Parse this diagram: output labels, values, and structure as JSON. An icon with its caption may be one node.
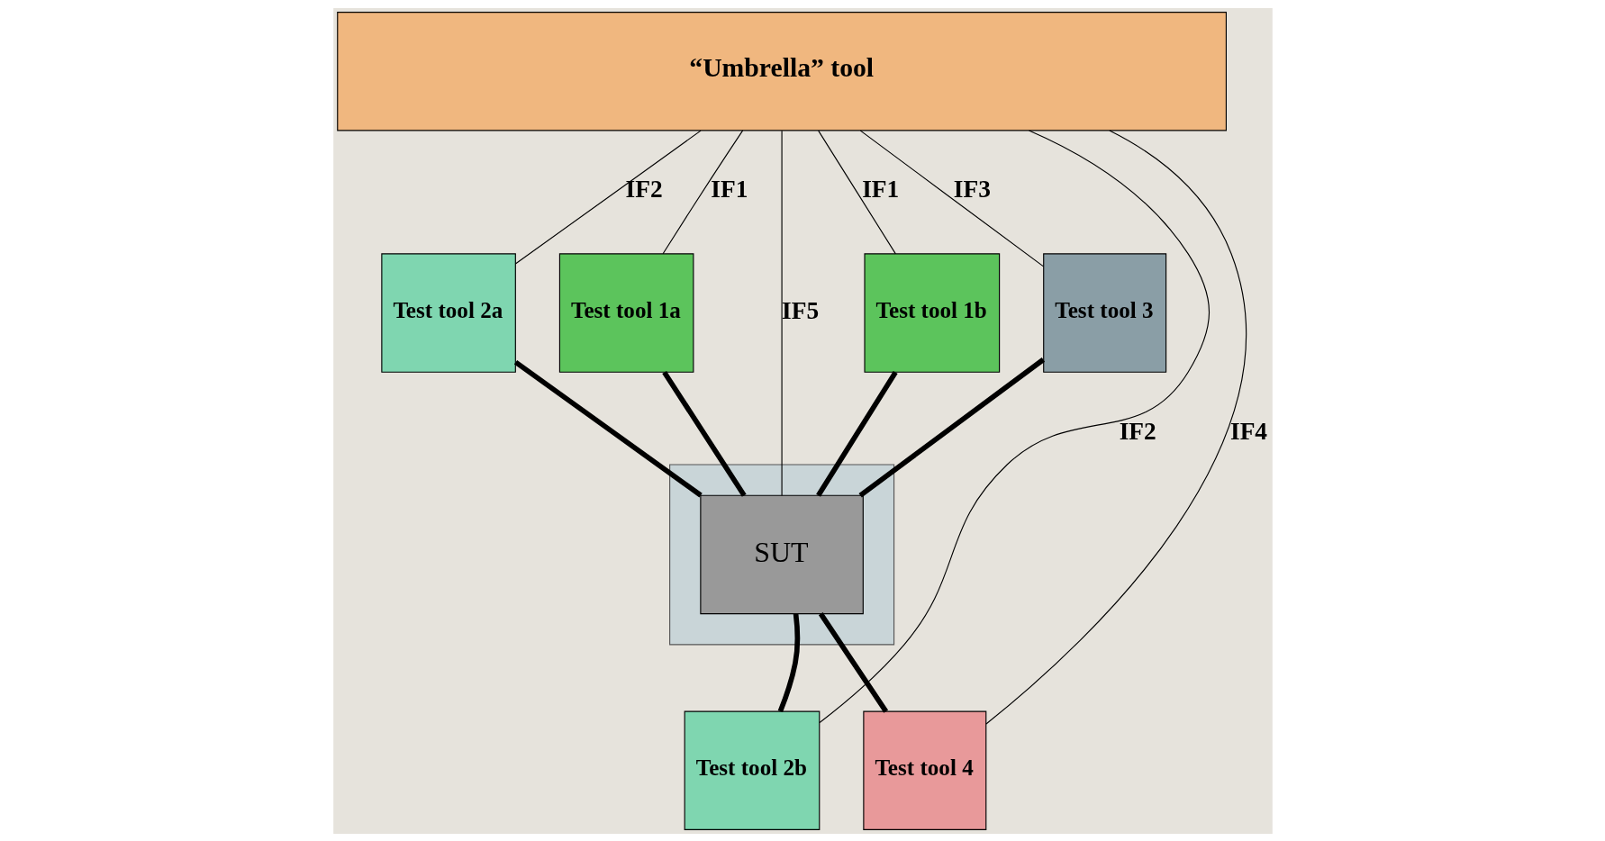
{
  "diagram": {
    "nodes": [
      {
        "text": [
          "“Umbrella” tool"
        ]
      },
      {
        "text": [
          "Test tool 1a"
        ]
      },
      {
        "text": [
          "Test tool 1b"
        ]
      },
      {
        "text": [
          "Test tool 2a"
        ]
      },
      {
        "text": [
          "Test tool 3"
        ]
      },
      {
        "text": [],
        "shape": "box"
      },
      {
        "text": [
          "SUT"
        ],
        "in": 5
      },
      {
        "text": [
          "Test tool 4"
        ]
      },
      {
        "text": [
          "Test tool 2b"
        ]
      }
    ],
    "edges": [
      {
        "from": 0,
        "to": 3,
        "arrow": "none",
        "label": "IF2"
      },
      {
        "from": 0,
        "to": 8,
        "arrow": "none",
        "label": "IF2"
      },
      {
        "from": 0,
        "to": 1,
        "arrow": "none",
        "label": "IF1"
      },
      {
        "from": 0,
        "to": 6,
        "arrow": "none",
        "label": "IF5"
      },
      {
        "from": 0,
        "to": 2,
        "arrow": "none",
        "label": "IF1"
      },
      {
        "from": 0,
        "to": 7,
        "arrow": "none",
        "label": "IF4"
      },
      {
        "from": 0,
        "to": 4,
        "arrow": "none",
        "label": "IF3"
      },
      {
        "from": 1,
        "to": 6,
        "arrow": "none",
        "style": "thick"
      },
      {
        "from": 2,
        "to": 6,
        "arrow": "none",
        "style": "thick"
      },
      {
        "from": 3,
        "to": 6,
        "arrow": "none",
        "style": "thick"
      },
      {
        "from": 4,
        "to": 6,
        "arrow": "none",
        "style": "thick"
      },
      {
        "from": 8,
        "to": 6,
        "arrow": "none",
        "style": "thick"
      },
      {
        "from": 7,
        "to": 6,
        "arrow": "none",
        "style": "thick"
      }
    ]
  }
}
